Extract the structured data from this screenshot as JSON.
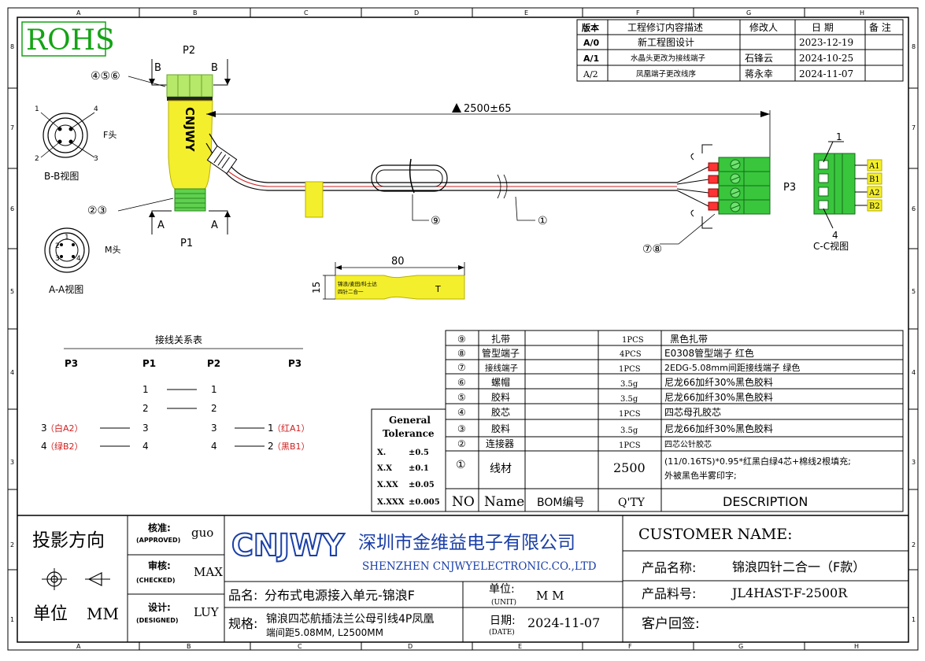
{
  "frame": {
    "columns": [
      "A",
      "B",
      "C",
      "D",
      "E",
      "F",
      "G",
      "H"
    ],
    "rows": [
      "8",
      "7",
      "6",
      "5",
      "4",
      "3",
      "2",
      "1"
    ]
  },
  "rohs": "ROHS",
  "revision_table": {
    "headers": [
      "版本",
      "工程修订内容描述",
      "修改人",
      "日 期",
      "备 注"
    ],
    "rows": [
      {
        "ver": "A/0",
        "desc": "新工程图设计",
        "by": "",
        "date": "2023-12-19",
        "note": ""
      },
      {
        "ver": "A/1",
        "desc": "水晶头更改为接线端子",
        "by": "石锋云",
        "date": "2024-10-25",
        "note": ""
      },
      {
        "ver": "A/2",
        "desc": "凤凰端子更改线序",
        "by": "蒋永幸",
        "date": "2024-11-07",
        "note": ""
      }
    ]
  },
  "connector": {
    "p2_label": "P2",
    "p1_label": "P1",
    "p3_label": "P3",
    "brand_text": "CNJWY",
    "section_b": "B",
    "section_a": "A",
    "parts_top": "④⑤⑥",
    "parts_bottom": "②③",
    "cable_length": "2500±65",
    "balloon_cable": "①",
    "balloon_tie": "⑨",
    "balloon_terminal": "⑦⑧",
    "label_width": "80",
    "label_height": "15",
    "label_text_line1": "锦浪/麦田/科士达",
    "label_text_line2": "四针二合一",
    "label_T": "T"
  },
  "view_bb": {
    "title": "B-B视图",
    "gender": "F头",
    "pins": [
      "1",
      "2",
      "3",
      "4"
    ]
  },
  "view_aa": {
    "title": "A-A视图",
    "gender": "M头",
    "pins": [
      "1",
      "2",
      "3",
      "4"
    ]
  },
  "view_cc": {
    "title": "C-C视图",
    "top_num": "1",
    "bottom_num": "4",
    "pins": [
      "A1",
      "B1",
      "A2",
      "B2"
    ]
  },
  "wiring": {
    "title": "接线关系表",
    "headers": [
      "P3",
      "P1",
      "P2",
      "P3"
    ],
    "rows": [
      {
        "left": "",
        "p1": "1",
        "p2": "1",
        "right": ""
      },
      {
        "left": "",
        "p1": "2",
        "p2": "2",
        "right": ""
      },
      {
        "left_num": "3",
        "left_note": "（白A2）",
        "p1": "3",
        "p2": "3",
        "right_num": "1",
        "right_note": "（红A1）"
      },
      {
        "left_num": "4",
        "left_note": "（绿B2）",
        "p1": "4",
        "p2": "4",
        "right_num": "2",
        "right_note": "（黑B1）"
      }
    ]
  },
  "tolerance": {
    "title1": "General",
    "title2": "Tolerance",
    "rows": [
      [
        "X.",
        "±0.5"
      ],
      [
        "X.X",
        "±0.1"
      ],
      [
        "X.XX",
        "±0.05"
      ],
      [
        "X.XXX",
        "±0.005"
      ]
    ]
  },
  "bom": {
    "rows": [
      {
        "no": "⑨",
        "name": "扎带",
        "code": "",
        "qty": "1PCS",
        "desc": "黑色扎带"
      },
      {
        "no": "⑧",
        "name": "管型端子",
        "code": "",
        "qty": "4PCS",
        "desc": "E0308管型端子 红色"
      },
      {
        "no": "⑦",
        "name": "接线端子",
        "code": "",
        "qty": "1PCS",
        "desc": "2EDG-5.08mm间距接线端子 绿色"
      },
      {
        "no": "⑥",
        "name": "螺帽",
        "code": "",
        "qty": "3.5g",
        "desc": "尼龙66加纤30%黑色胶料"
      },
      {
        "no": "⑤",
        "name": "胶料",
        "code": "",
        "qty": "3.5g",
        "desc": "尼龙66加纤30%黑色胶料"
      },
      {
        "no": "④",
        "name": "胶芯",
        "code": "",
        "qty": "1PCS",
        "desc": "四芯母孔胶芯"
      },
      {
        "no": "③",
        "name": "胶料",
        "code": "",
        "qty": "3.5g",
        "desc": "尼龙66加纤30%黑色胶料"
      },
      {
        "no": "②",
        "name": "连接器",
        "code": "",
        "qty": "1PCS",
        "desc": "四芯公针胶芯"
      },
      {
        "no": "①",
        "name": "线材",
        "code": "",
        "qty": "2500",
        "desc": "(11/0.16TS)*0.95*红黑白绿4芯+棉线2根填充;",
        "desc2": "外被黑色半雾印字;"
      }
    ],
    "header": {
      "no": "NO",
      "name": "Name",
      "code": "BOM编号",
      "qty": "Q'TY",
      "desc": "DESCRIPTION"
    }
  },
  "title_block": {
    "projection": "投影方向",
    "unit_label": "单位",
    "unit_value": "MM",
    "approved_label": "核准:",
    "approved_en": "(APPROVED)",
    "approved_by": "guo",
    "checked_label": "审核:",
    "checked_en": "(CHECKED)",
    "checked_by": "MAX",
    "designed_label": "设计:",
    "designed_en": "(DESIGNED)",
    "designed_by": "LUY",
    "company_logo": "CNJWY",
    "company_cn": "深圳市金维益电子有限公司",
    "company_en": "SHENZHEN  CNJWYELECTRONIC.CO.,LTD",
    "product_name_label": "品名:",
    "product_name": "分布式电源接入单元-锦浪F",
    "spec_label": "规格:",
    "spec_line1": "锦浪四芯航插法兰公母引线4P凤凰",
    "spec_line2": "端间距5.08MM, L2500MM",
    "unit2_label": "单位:",
    "unit2_en": "(UNIT)",
    "unit2_value": "M M",
    "date_label": "日期:",
    "date_en": "(DATE)",
    "date_value": "2024-11-07",
    "customer_label": "CUSTOMER  NAME:",
    "pname_label": "产品名称:",
    "pname_value": "锦浪四针二合一（F款）",
    "pno_label": "产品料号:",
    "pno_value": "JL4HAST-F-2500R",
    "reply_label": "客户回签:"
  }
}
